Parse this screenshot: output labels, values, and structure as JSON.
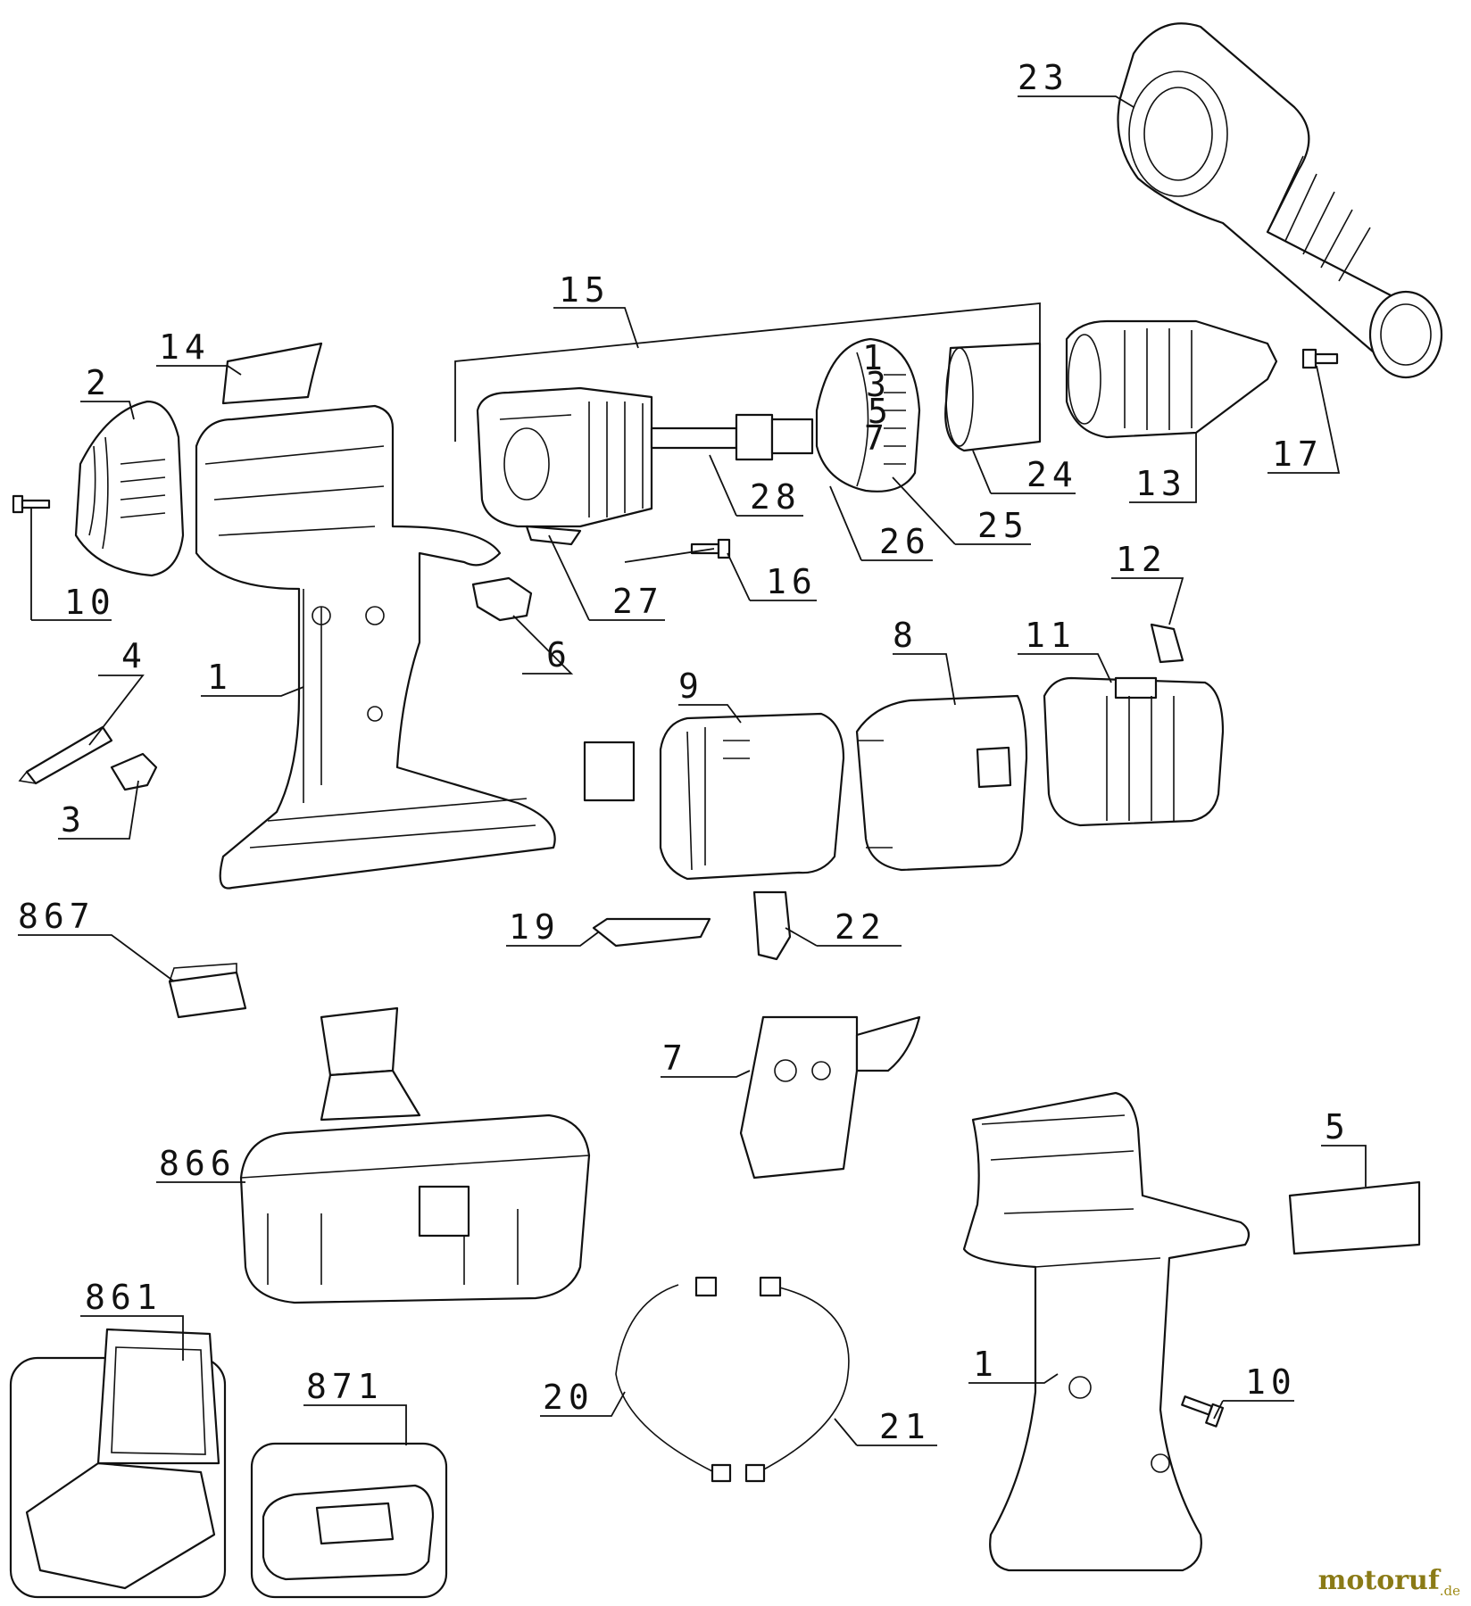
{
  "labels": {
    "l23": "23",
    "l15": "15",
    "l14": "14",
    "l2": "2",
    "l10a": "10",
    "l1a": "1",
    "l4": "4",
    "l3": "3",
    "l6": "6",
    "l27": "27",
    "l16": "16",
    "l28": "28",
    "l26": "26",
    "l25": "25",
    "l24": "24",
    "l13": "13",
    "l17": "17",
    "l12": "12",
    "l11": "11",
    "l8": "8",
    "l9": "9",
    "l19": "19",
    "l22": "22",
    "l867": "867",
    "l7": "7",
    "l866": "866",
    "l5": "5",
    "l861": "861",
    "l871": "871",
    "l20": "20",
    "l21": "21",
    "l1b": "1",
    "l10b": "10"
  },
  "dial_numbers": [
    "1",
    "3",
    "5",
    "7"
  ],
  "watermark": {
    "brand": "motoruf",
    "suffix": ".de"
  }
}
